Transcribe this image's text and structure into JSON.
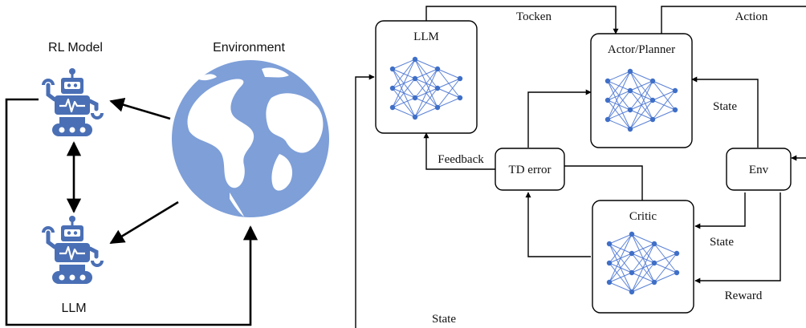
{
  "left_panel": {
    "rl_model_label": "RL Model",
    "environment_label": "Environment",
    "llm_label": "LLM",
    "icons": {
      "robot_top": "robot-icon",
      "robot_bottom": "robot-icon",
      "globe": "globe-icon"
    }
  },
  "right_panel": {
    "llm_box_title": "LLM",
    "actor_box_title": "Actor/Planner",
    "critic_box_title": "Critic",
    "td_error_label": "TD error",
    "env_label": "Env",
    "edge_labels": {
      "tocken": "Tocken",
      "action": "Action",
      "state_actor": "State",
      "feedback": "Feedback",
      "state_critic": "State",
      "reward": "Reward",
      "state_bottom": "State"
    }
  },
  "colors": {
    "robot_blue": "#4A6FB5",
    "globe_blue": "#7E9FD8",
    "node_blue": "#3F6FC7",
    "edge_blue": "#5B82D6"
  }
}
